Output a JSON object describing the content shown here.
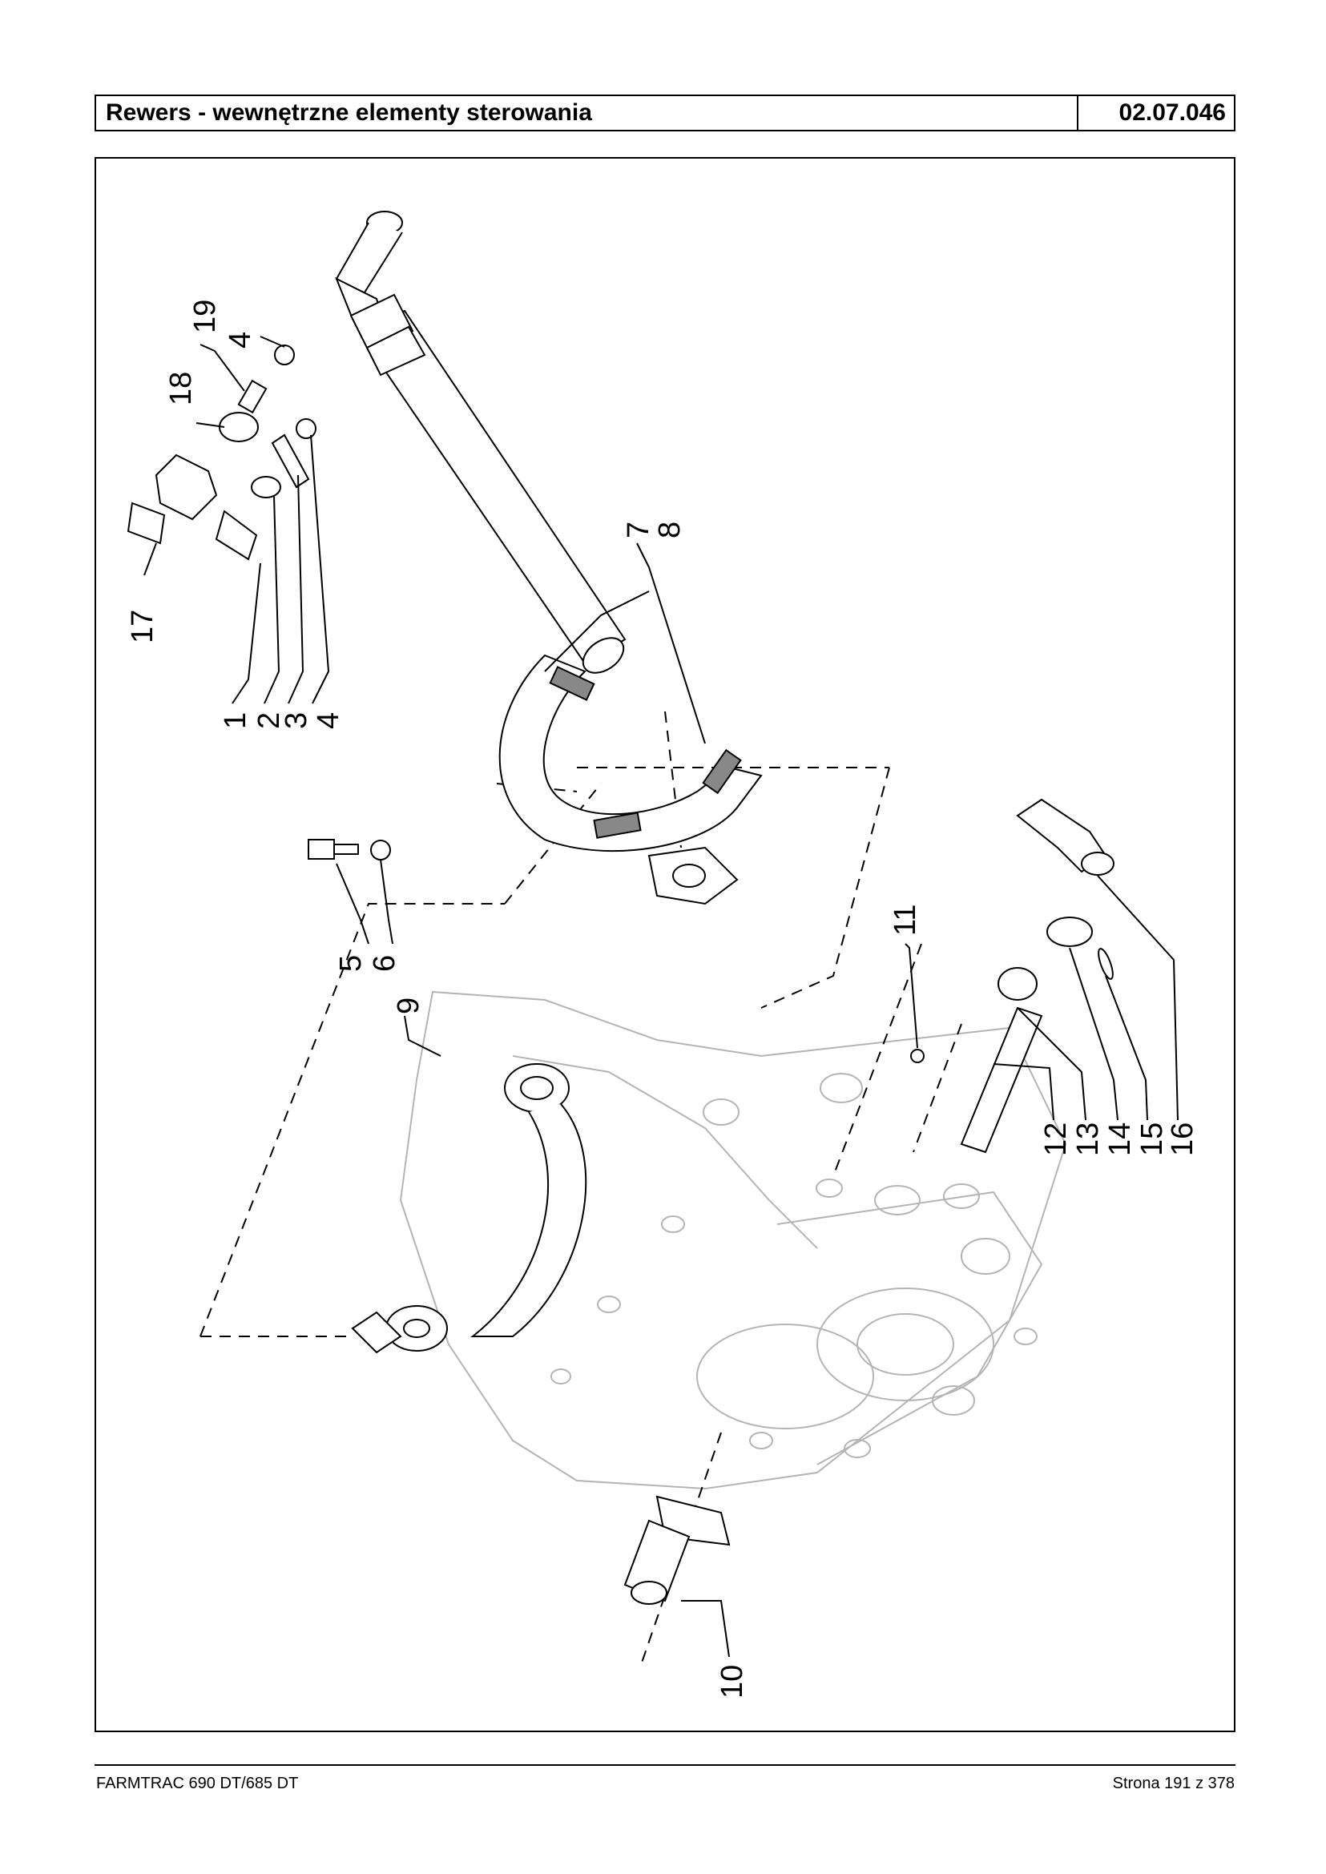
{
  "header": {
    "title": "Rewers - wewnętrzne elementy sterowania",
    "code": "02.07.046"
  },
  "diagram": {
    "part_labels": [
      "1",
      "2",
      "3",
      "4",
      "5",
      "6",
      "7",
      "8",
      "9",
      "10",
      "11",
      "12",
      "13",
      "14",
      "15",
      "16",
      "17",
      "18",
      "19",
      "4"
    ]
  },
  "footer": {
    "model": "FARMTRAC 690 DT/685 DT",
    "page": "Strona 191 z 378"
  }
}
